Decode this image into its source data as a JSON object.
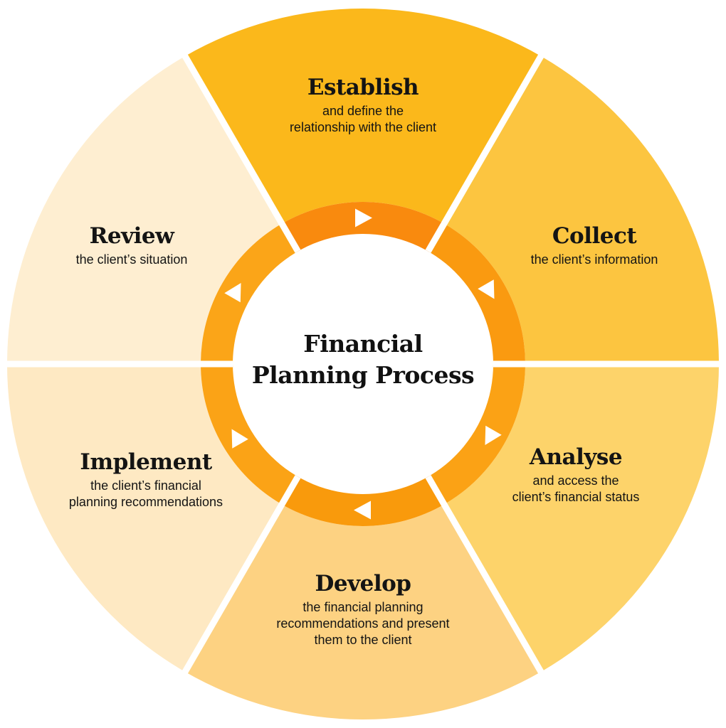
{
  "center": {
    "line1": "Financial",
    "line2": "Planning Process"
  },
  "steps": [
    {
      "title": "Establish",
      "desc": "and define the\nrelationship with the client",
      "color": "#FBB81B"
    },
    {
      "title": "Collect",
      "desc": "the client’s information",
      "color": "#FCC540"
    },
    {
      "title": "Analyse",
      "desc": "and access the\nclient’s financial status",
      "color": "#FDD36A"
    },
    {
      "title": "Develop",
      "desc": "the financial planning\nrecommendations and present\nthem to the client",
      "color": "#FDD282"
    },
    {
      "title": "Implement",
      "desc": "the client’s financial\nplanning recommendations",
      "color": "#FEE9C3"
    },
    {
      "title": "Review",
      "desc": "the client’s situation",
      "color": "#FEEED1"
    }
  ],
  "ring": {
    "colors": [
      "#F98A0E",
      "#FA9A10",
      "#FBA215",
      "#F99A0C",
      "#FBA316",
      "#FBA518"
    ],
    "arrow_color": "#FFFFFF"
  }
}
